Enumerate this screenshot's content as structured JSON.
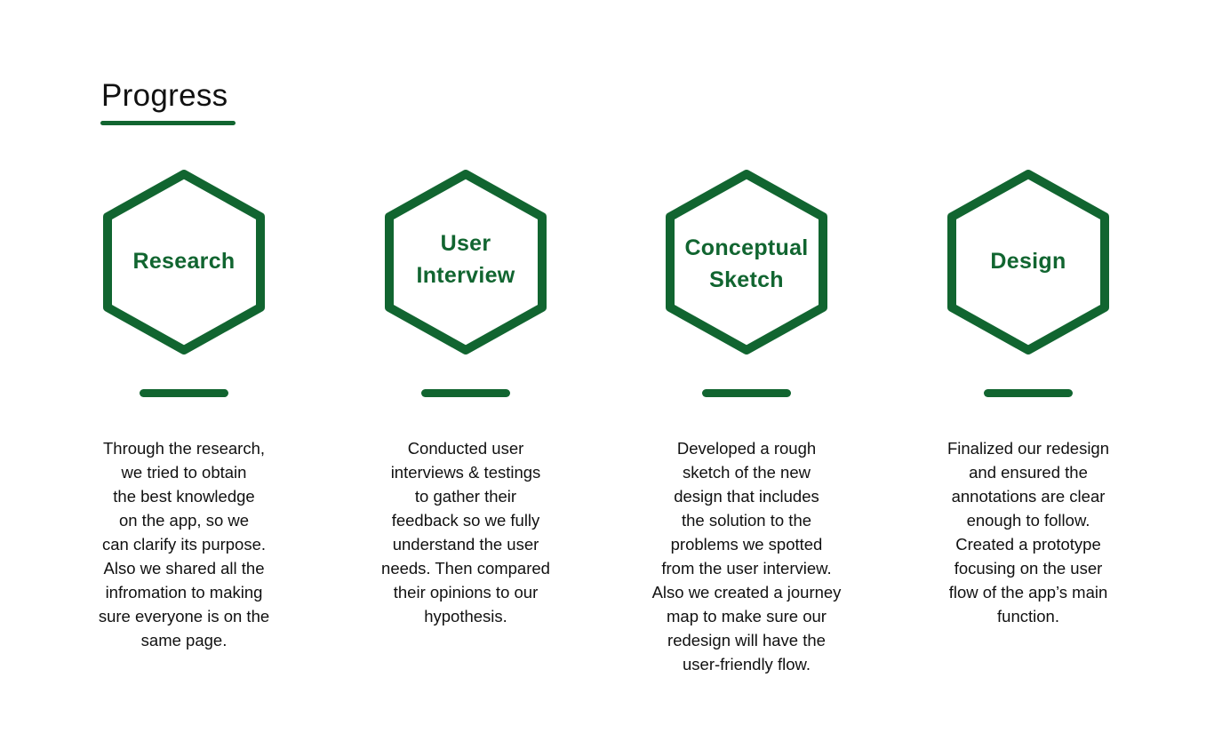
{
  "page": {
    "title": "Progress",
    "accent_color": "#116530"
  },
  "steps": [
    {
      "label": "Research",
      "description": "Through the research,\nwe tried to obtain\nthe best knowledge\non the app, so we\ncan clarify its purpose.\nAlso we shared all the\ninfromation to making\nsure everyone is on the\nsame page."
    },
    {
      "label": "User\nInterview",
      "description": "Conducted user\ninterviews & testings\nto gather their\nfeedback so we fully\nunderstand the user\nneeds. Then compared\ntheir opinions to our\nhypothesis."
    },
    {
      "label": "Conceptual\nSketch",
      "description": "Developed a rough\nsketch of the new\ndesign that includes\nthe solution to the\nproblems we spotted\nfrom the user interview.\nAlso we created a journey\nmap to make sure our\nredesign will have the\nuser-friendly flow."
    },
    {
      "label": "Design",
      "description": "Finalized our redesign\nand ensured the\nannotations are clear\nenough to follow.\nCreated a prototype\nfocusing on the user\nflow of the app’s main\nfunction."
    }
  ]
}
